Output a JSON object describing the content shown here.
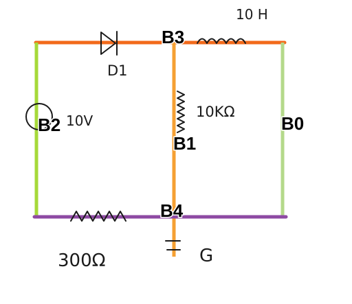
{
  "branches": {
    "b0": {
      "label": "B0",
      "color": "#b4d98a"
    },
    "b1": {
      "label": "B1",
      "color": "#f5a033"
    },
    "b2": {
      "label": "B2",
      "color": "#a6d93a"
    },
    "b3": {
      "label": "B3",
      "color": "#f26a1b"
    },
    "b4": {
      "label": "B4",
      "color": "#8e4aa3"
    }
  },
  "components": {
    "inductor": {
      "value": "10 H"
    },
    "diode": {
      "name": "D1"
    },
    "resistor_middle": {
      "value": "10KΩ"
    },
    "voltage_source": {
      "value": "10V"
    },
    "resistor_bottom": {
      "value": "300Ω"
    },
    "ground": {
      "name": "G"
    }
  }
}
